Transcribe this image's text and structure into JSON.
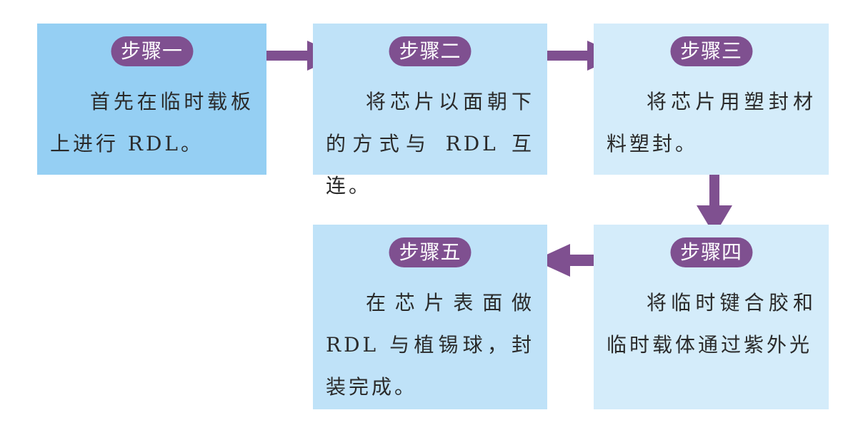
{
  "colors": {
    "arrow": "#7f5090",
    "badge": "#7f5090",
    "step1_fill": "#95cff3",
    "step2_fill": "#bfe2f8",
    "step3_fill": "#d4ecfa",
    "step4_fill": "#d4ecfa",
    "step5_fill": "#bfe2f8"
  },
  "steps": [
    {
      "label": "步骤一",
      "text": "首先在临时载板上进行 RDL。"
    },
    {
      "label": "步骤二",
      "text": "将芯片以面朝下的方式与 RDL 互连。"
    },
    {
      "label": "步骤三",
      "text": "将芯片用塑封材料塑封。"
    },
    {
      "label": "步骤四",
      "text": "将临时键合胶和临时载体通过紫外光"
    },
    {
      "label": "步骤五",
      "text": "在芯片表面做 RDL 与植锡球，封装完成。"
    }
  ]
}
